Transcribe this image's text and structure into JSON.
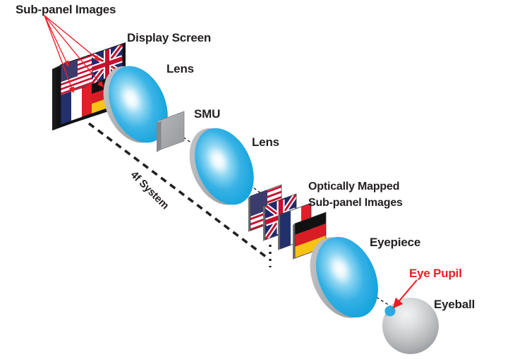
{
  "figure": {
    "title": "Near-eye display 4f system optical layout",
    "background_color": "#ffffff",
    "text_color": "#231f20",
    "accent_red": "#ed1c24",
    "lens_color": "#29abe2",
    "lens_rim_color": "#a7a9ac",
    "smu_color": "#a0a2a5",
    "eyeball_color": "#bcbec0",
    "pupil_color": "#29abe2"
  },
  "labels": {
    "sub_panel_images": "Sub-panel Images",
    "display_screen": "Display Screen",
    "lens_1": "Lens",
    "smu": "SMU",
    "lens_2": "Lens",
    "four_f_system": "4f System",
    "optically_mapped_line1": "Optically Mapped",
    "optically_mapped_line2": "Sub-panel Images",
    "eyepiece": "Eyepiece",
    "eye_pupil": "Eye Pupil",
    "eyeball": "Eyeball"
  },
  "display_screen": {
    "name": "display-screen",
    "description": "Tilted 3D flat panel showing four sub-panel images in a 2x2 grid",
    "sub_panels": [
      {
        "position": "top-left",
        "flag": "United States"
      },
      {
        "position": "top-right",
        "flag": "United Kingdom"
      },
      {
        "position": "bottom-left",
        "flag": "France"
      },
      {
        "position": "bottom-right",
        "flag": "Germany"
      }
    ]
  },
  "optically_mapped_panels": {
    "name": "optically-mapped-sub-panel-images",
    "description": "Four separated flag panels staggered along the optical axis",
    "flags": [
      "United States",
      "United Kingdom",
      "France",
      "Germany"
    ]
  },
  "components": [
    {
      "id": "display-screen",
      "label": "Display Screen"
    },
    {
      "id": "lens-1",
      "label": "Lens"
    },
    {
      "id": "smu",
      "label": "SMU"
    },
    {
      "id": "lens-2",
      "label": "Lens"
    },
    {
      "id": "mapped-panels",
      "label": "Optically Mapped Sub-panel Images"
    },
    {
      "id": "eyepiece",
      "label": "Eyepiece"
    },
    {
      "id": "eye-pupil",
      "label": "Eye Pupil"
    },
    {
      "id": "eyeball",
      "label": "Eyeball"
    }
  ],
  "annotations": {
    "four_f_bracket": "Dashed bracket spanning from the first lens to the optically mapped sub-panel images",
    "red_arrows_count": 4,
    "optical_axis": "Dashed line from display screen through lens, SMU, lens, mapped panels, eyepiece to eye pupil"
  },
  "flag_colors": {
    "us_red": "#c8102e",
    "us_blue": "#3c3b6e",
    "us_white": "#ffffff",
    "uk_red": "#c8102e",
    "uk_blue": "#1f2a6e",
    "uk_white": "#ffffff",
    "fr_blue": "#23306e",
    "fr_white": "#ffffff",
    "fr_red": "#e01f28",
    "de_black": "#111111",
    "de_red": "#d81d25",
    "de_gold": "#f9c313"
  }
}
